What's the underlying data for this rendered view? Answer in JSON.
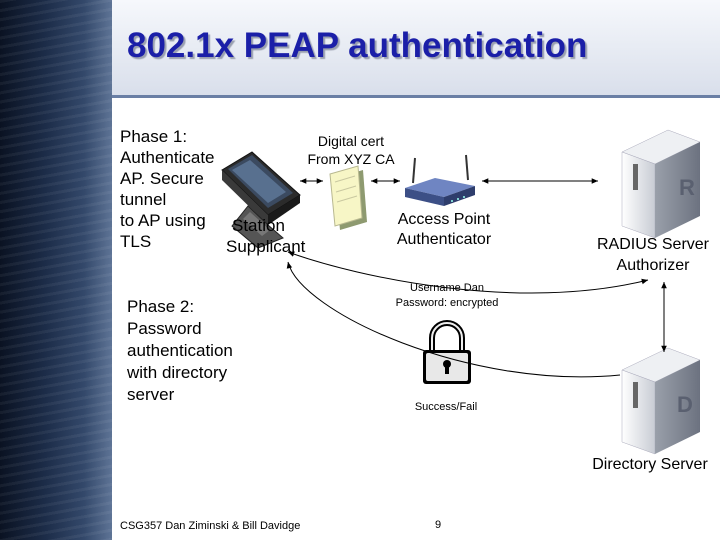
{
  "title": "802.1x PEAP authentication",
  "phase1": {
    "lines": [
      "Phase 1:",
      "Authenticate",
      "AP.  Secure",
      "tunnel",
      "to AP using",
      "TLS"
    ]
  },
  "phase2": {
    "lines": [
      "Phase 2:",
      "Password",
      "authentication",
      "with directory",
      "server"
    ]
  },
  "cert": {
    "line1": "Digital cert",
    "line2": "From XYZ CA"
  },
  "station": {
    "line1": "Station",
    "line2": "Supplicant"
  },
  "access_point": {
    "line1": "Access Point",
    "line2": "Authenticator"
  },
  "radius": {
    "line1": "RADIUS Server",
    "line2": "Authorizer",
    "server_letter": "R"
  },
  "credentials": {
    "line1": "Username Dan",
    "line2": "Password: encrypted"
  },
  "result": "Success/Fail",
  "directory": {
    "label": "Directory Server",
    "server_letter": "D"
  },
  "footer": "CSG357 Dan Ziminski & Bill Davidge",
  "page_number": "9",
  "icons": [
    "laptop-icon",
    "certificate-icon",
    "access-point-icon",
    "radius-server-icon",
    "padlock-icon",
    "directory-server-icon"
  ],
  "colors": {
    "title": "#1b1fa8",
    "sidebar": "#1c2c48"
  }
}
